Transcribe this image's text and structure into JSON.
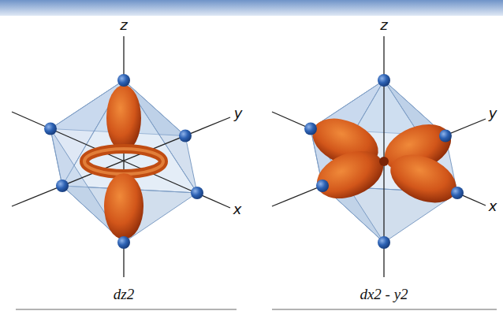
{
  "diagram": {
    "labels": [
      "z",
      "y",
      "x",
      "z",
      "y",
      "x",
      "dz2",
      "dx2 - y2"
    ]
  }
}
